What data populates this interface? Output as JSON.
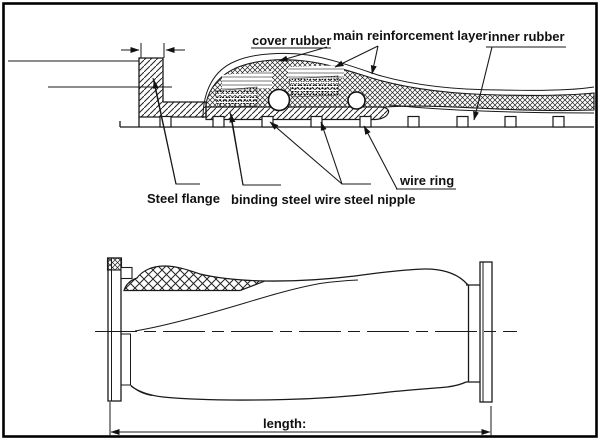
{
  "colors": {
    "line": "#1a1a1a",
    "background": "#ffffff",
    "border": "#000000",
    "stripe_gray": "#bdbdbd"
  },
  "top_view": {
    "labels": {
      "cover_rubber": "cover rubber",
      "main_reinforcement_layer": "main reinforcement layer",
      "inner_rubber": "inner rubber",
      "steel_flange": "Steel flange",
      "binding_steel_wire": "binding steel wire",
      "steel_nipple": "steel nipple",
      "wire_ring": "wire ring"
    }
  },
  "bottom_view": {
    "labels": {
      "length": "length:"
    }
  }
}
